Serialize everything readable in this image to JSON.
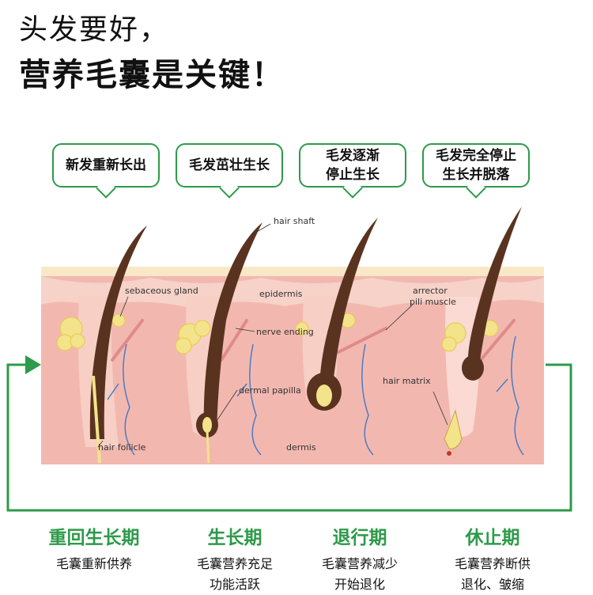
{
  "header": {
    "line1": "头发要好，",
    "line2": "营养毛囊是关键！"
  },
  "bubbles": [
    {
      "line1": "新发重新长出",
      "line2": ""
    },
    {
      "line1": "毛发茁壮生长",
      "line2": ""
    },
    {
      "line1": "毛发逐渐",
      "line2": "停止生长"
    },
    {
      "line1": "毛发完全停止",
      "line2": "生长并脱落"
    }
  ],
  "labels": {
    "hair_shaft": "hair shaft",
    "sebaceous_gland": "sebaceous gland",
    "epidermis": "epidermis",
    "nerve_ending": "nerve ending",
    "arrector_1": "arrector",
    "arrector_2": "pili muscle",
    "dermal_papilla": "dermal papilla",
    "hair_matrix": "hair matrix",
    "hair_follicle": "hair follicle",
    "dermis": "dermis"
  },
  "stages": [
    {
      "name": "重回生长期",
      "desc1": "毛囊重新供养",
      "desc2": ""
    },
    {
      "name": "生长期",
      "desc1": "毛囊营养充足",
      "desc2": "功能活跃"
    },
    {
      "name": "退行期",
      "desc1": "毛囊营养减少",
      "desc2": "开始退化"
    },
    {
      "name": "休止期",
      "desc1": "毛囊营养断供",
      "desc2": "退化、皱缩"
    }
  ],
  "colors": {
    "accent_green": "#2e9a4a",
    "skin": "#f2b8b0",
    "skin_top": "#f8e0d8",
    "hair": "#5a3320",
    "fat": "#f3e38a",
    "nerve": "#4a7cc4"
  }
}
